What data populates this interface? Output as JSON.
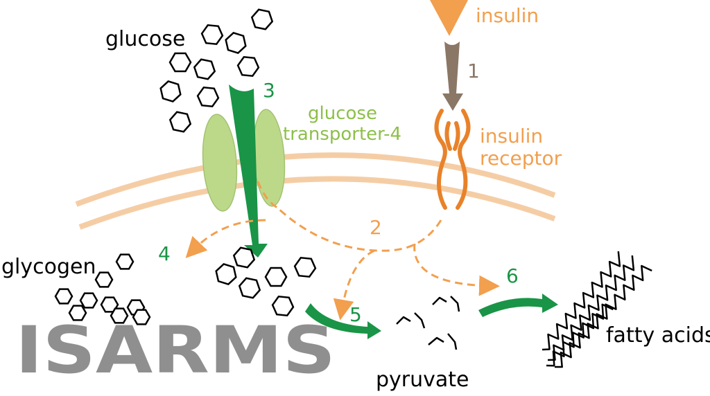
{
  "labels": {
    "glucose": "glucose",
    "insulin": "insulin",
    "transporter_line1": "glucose",
    "transporter_line2": "transporter-4",
    "receptor_line1": "insulin",
    "receptor_line2": "receptor",
    "glycogen": "glycogen",
    "pyruvate": "pyruvate",
    "fatty_acids": "fatty acids"
  },
  "steps": {
    "s1": "1",
    "s2": "2",
    "s3": "3",
    "s4": "4",
    "s5": "5",
    "s6": "6"
  },
  "watermark": {
    "text": "ISARMS"
  },
  "colors": {
    "glucose_label": "#000000",
    "insulin": "#f29f4e",
    "insulin_arrow": "#8b7766",
    "receptor": "#e8822a",
    "transporter": "#bcd98a",
    "transporter_label": "#8dbf4a",
    "membrane": "#f5cda5",
    "pathway_green": "#1a9447",
    "signal_orange": "#f29f4e",
    "watermark": "#8f8f8f"
  }
}
